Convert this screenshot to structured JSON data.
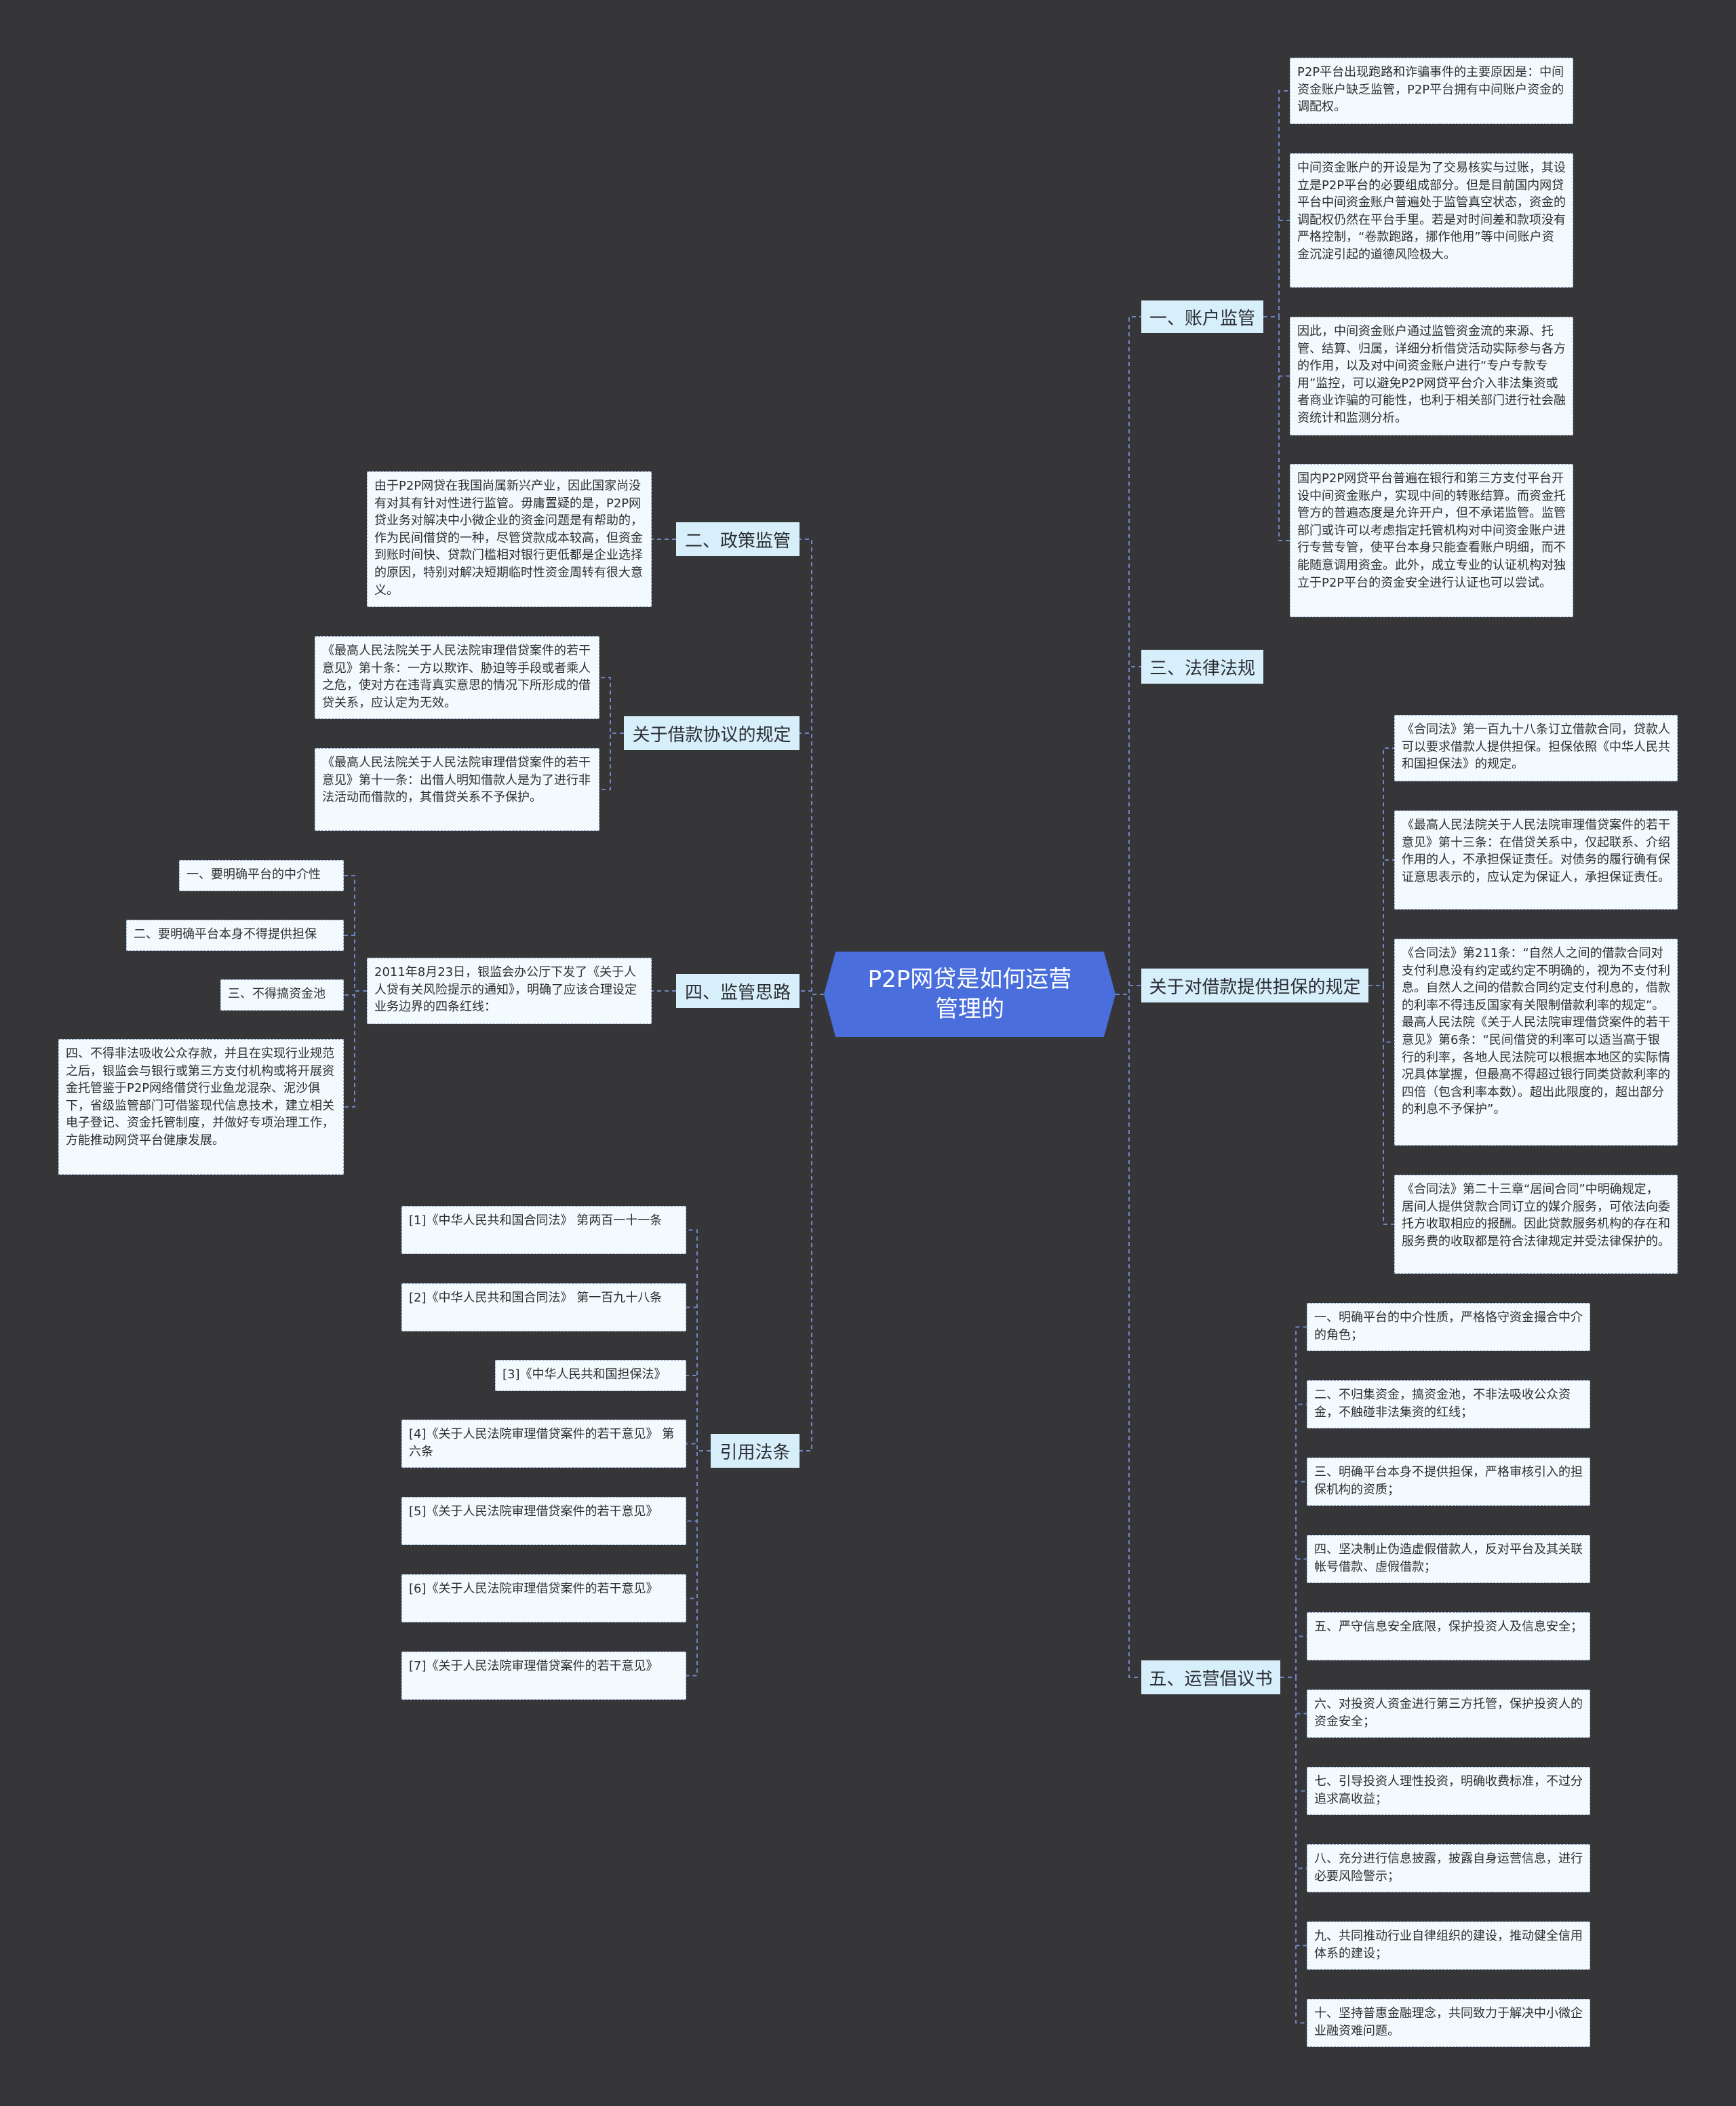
{
  "root": {
    "title": "P2P网贷是如何运营管理的"
  },
  "branches": {
    "b1": {
      "label": "一、账户监管"
    },
    "b2": {
      "label": "三、法律法规"
    },
    "b3": {
      "label": "关于对借款提供担保的规定"
    },
    "b4": {
      "label": "五、运营倡议书"
    },
    "b5": {
      "label": "二、政策监管"
    },
    "b6": {
      "label": "关于借款协议的规定"
    },
    "b7": {
      "label": "四、监管思路"
    },
    "b8": {
      "label": "引用法条"
    }
  },
  "leaves": {
    "b1_1": "P2P平台出现跑路和诈骗事件的主要原因是：中间资金账户缺乏监管，P2P平台拥有中间账户资金的调配权。",
    "b1_2": "中间资金账户的开设是为了交易核实与过账，其设立是P2P平台的必要组成部分。但是目前国内网贷平台中间资金账户普遍处于监管真空状态，资金的调配权仍然在平台手里。若是对时间差和款项没有严格控制，“卷款跑路，挪作他用”等中间账户资金沉淀引起的道德风险极大。",
    "b1_3": "因此，中间资金账户通过监管资金流的来源、托管、结算、归属，详细分析借贷活动实际参与各方的作用，以及对中间资金账户进行“专户专款专用”监控，可以避免P2P网贷平台介入非法集资或者商业诈骗的可能性，也利于相关部门进行社会融资统计和监测分析。",
    "b1_4": "国内P2P网贷平台普遍在银行和第三方支付平台开设中间资金账户，实现中间的转账结算。而资金托管方的普遍态度是允许开户，但不承诺监管。监管部门或许可以考虑指定托管机构对中间资金账户进行专营专管，使平台本身只能查看账户明细，而不能随意调用资金。此外，成立专业的认证机构对独立于P2P平台的资金安全进行认证也可以尝试。",
    "b3_1": "《合同法》第一百九十八条订立借款合同，贷款人可以要求借款人提供担保。担保依照《中华人民共和国担保法》的规定。",
    "b3_2": "《最高人民法院关于人民法院审理借贷案件的若干意见》第十三条：在借贷关系中，仅起联系、介绍作用的人，不承担保证责任。对债务的履行确有保证意思表示的，应认定为保证人，承担保证责任。",
    "b3_3": "《合同法》第211条：“自然人之间的借款合同对支付利息没有约定或约定不明确的，视为不支付利息。自然人之间的借款合同约定支付利息的，借款的利率不得违反国家有关限制借款利率的规定”。最高人民法院《关于人民法院审理借贷案件的若干意见》第6条：“民间借贷的利率可以适当高于银行的利率，各地人民法院可以根据本地区的实际情况具体掌握，但最高不得超过银行同类贷款利率的四倍（包含利率本数）。超出此限度的，超出部分的利息不予保护”。",
    "b3_4": "《合同法》第二十三章“居间合同”中明确规定，居间人提供贷款合同订立的媒介服务，可依法向委托方收取相应的报酬。因此贷款服务机构的存在和服务费的收取都是符合法律规定并受法律保护的。",
    "b4_1": "一、明确平台的中介性质，严格恪守资金撮合中介的角色；",
    "b4_2": "二、不归集资金，搞资金池，不非法吸收公众资金，不触碰非法集资的红线；",
    "b4_3": "三、明确平台本身不提供担保，严格审核引入的担保机构的资质；",
    "b4_4": "四、坚决制止伪造虚假借款人，反对平台及其关联帐号借款、虚假借款；",
    "b4_5": "五、严守信息安全底限，保护投资人及信息安全；",
    "b4_6": "六、对投资人资金进行第三方托管，保护投资人的资金安全；",
    "b4_7": "七、引导投资人理性投资，明确收费标准，不过分追求高收益；",
    "b4_8": "八、充分进行信息披露，披露自身运营信息，进行必要风险警示；",
    "b4_9": "九、共同推动行业自律组织的建设，推动健全信用体系的建设；",
    "b4_10": "十、坚持普惠金融理念，共同致力于解决中小微企业融资难问题。",
    "b5_1": "由于P2P网贷在我国尚属新兴产业，因此国家尚没有对其有针对性进行监管。毋庸置疑的是，P2P网贷业务对解决中小微企业的资金问题是有帮助的，作为民间借贷的一种，尽管贷款成本较高，但资金到账时间快、贷款门槛相对银行更低都是企业选择的原因，特别对解决短期临时性资金周转有很大意义。",
    "b6_1": "《最高人民法院关于人民法院审理借贷案件的若干意见》第十条：一方以欺诈、胁迫等手段或者乘人之危，使对方在违背真实意思的情况下所形成的借贷关系，应认定为无效。",
    "b6_2": "《最高人民法院关于人民法院审理借贷案件的若干意见》第十一条：出借人明知借款人是为了进行非法活动而借款的，其借贷关系不予保护。",
    "b7_1": "2011年8月23日，银监会办公厅下发了《关于人人贷有关风险提示的通知》，明确了应该合理设定业务边界的四条红线：",
    "b7_1_1": "一、要明确平台的中介性",
    "b7_1_2": "二、要明确平台本身不得提供担保",
    "b7_1_3": "三、不得搞资金池",
    "b7_1_4": "四、不得非法吸收公众存款，并且在实现行业规范之后，银监会与银行或第三方支付机构或将开展资金托管鉴于P2P网络借贷行业鱼龙混杂、泥沙俱下，省级监管部门可借鉴现代信息技术，建立相关电子登记、资金托管制度，并做好专项治理工作，方能推动网贷平台健康发展。",
    "b8_1": "[1]《中华人民共和国合同法》 第两百一十一条",
    "b8_2": "[2]《中华人民共和国合同法》 第一百九十八条",
    "b8_3": "[3]《中华人民共和国担保法》",
    "b8_4": "[4]《关于人民法院审理借贷案件的若干意见》 第六条",
    "b8_5": "[5]《关于人民法院审理借贷案件的若干意见》",
    "b8_6": "[6]《关于人民法院审理借贷案件的若干意见》",
    "b8_7": "[7]《关于人民法院审理借贷案件的若干意见》"
  },
  "colors": {
    "background": "#363538",
    "root": "#4a6fdc",
    "branch": "#d6effb",
    "leaf": "#f3fafd",
    "connector": "#6f86c4"
  }
}
